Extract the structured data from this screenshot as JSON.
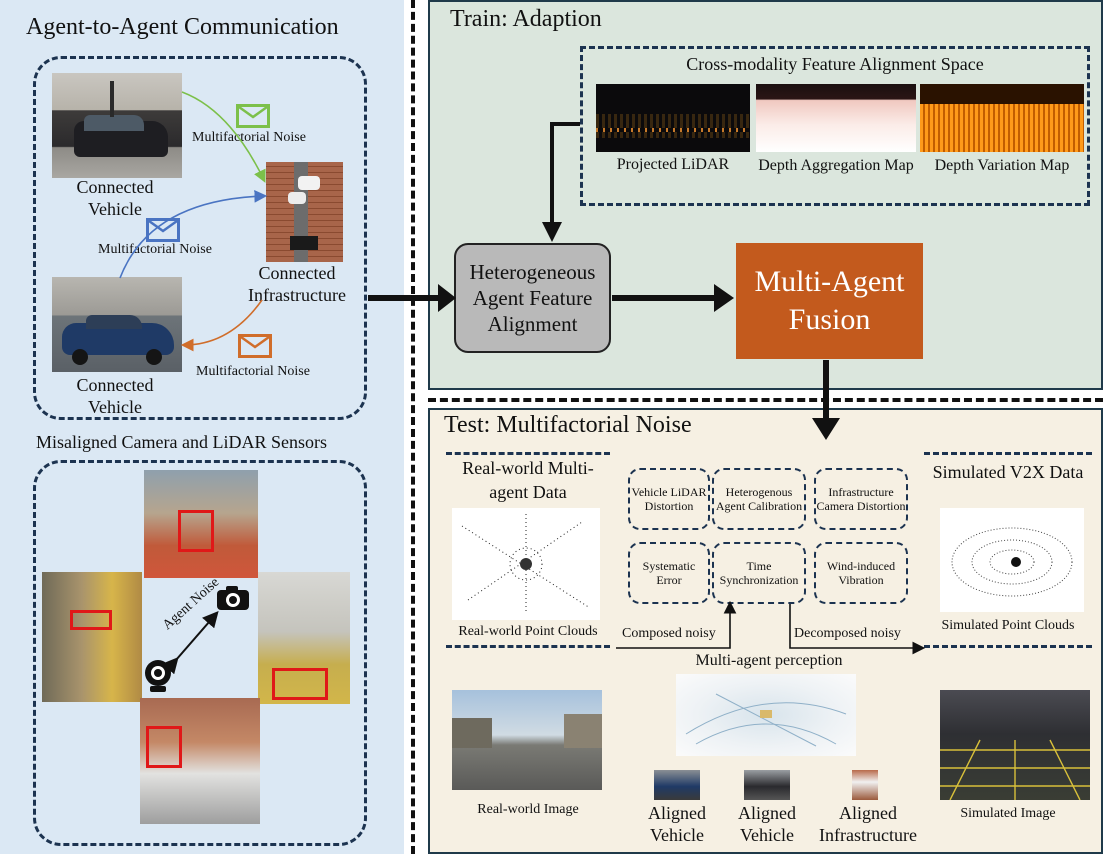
{
  "left": {
    "title": "Agent-to-Agent Communication",
    "vehicle1": "Connected Vehicle",
    "vehicle2": "Connected Vehicle",
    "infrastructure": "Connected Infrastructure",
    "noise1": "Multifactorial Noise",
    "noise2": "Multifactorial Noise",
    "noise3": "Multifactorial Noise",
    "misaligned_title": "Misaligned Camera and LiDAR Sensors",
    "agent_noise": "Agent Noise"
  },
  "train": {
    "title": "Train: Adaption",
    "space_title": "Cross-modality Feature Alignment Space",
    "projected": "Projected LiDAR",
    "aggregation": "Depth Aggregation Map",
    "variation": "Depth Variation Map",
    "hetero_node": "Heterogeneous Agent Feature Alignment",
    "fusion_node": "Multi-Agent Fusion"
  },
  "test": {
    "title": "Test: Multifactorial Noise",
    "real_title": "Real-world Multi-agent Data",
    "real_pc": "Real-world Point Clouds",
    "real_img": "Real-world Image",
    "sim_title": "Simulated V2X Data",
    "sim_pc": "Simulated Point Clouds",
    "sim_img": "Simulated Image",
    "noise_boxes": [
      "Vehicle LiDAR Distortion",
      "Heterogenous Agent Calibration",
      "Infrastructure Camera Distortion",
      "Systematic Error",
      "Time Synchronization",
      "Wind-induced Vibration"
    ],
    "composed": "Composed noisy",
    "decomposed": "Decomposed noisy",
    "perception": "Multi-agent perception",
    "aligned1": "Aligned Vehicle",
    "aligned2": "Aligned Vehicle",
    "aligned3": "Aligned Infrastructure"
  },
  "colors": {
    "green_arrow": "#7cc04a",
    "blue_arrow": "#4a74c2",
    "orange_arrow": "#d06d2a",
    "fusion": "#c35a1d"
  }
}
